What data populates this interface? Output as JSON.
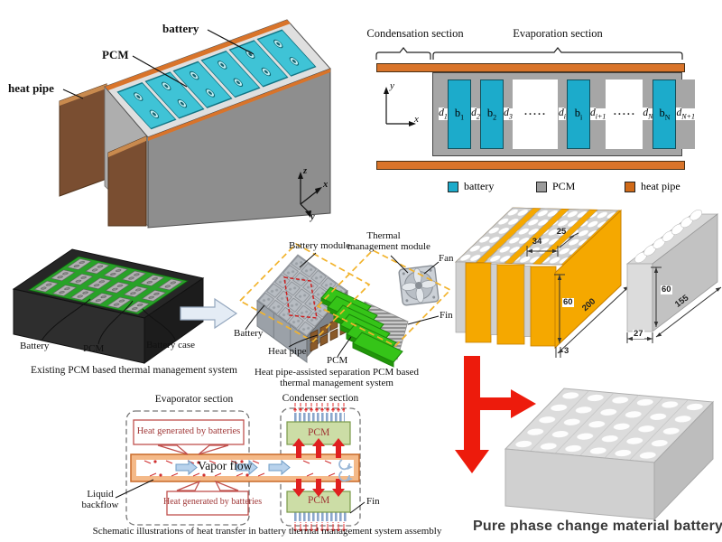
{
  "fig_top_left": {
    "labels": {
      "battery": "battery",
      "pcm": "PCM",
      "heat_pipe": "heat pipe"
    },
    "axes": {
      "z": "z",
      "x": "x",
      "y": "y"
    }
  },
  "fig_top_right": {
    "sections": {
      "condensation": "Condensation section",
      "evaporation": "Evaporation section"
    },
    "axes": {
      "y": "y",
      "x": "x"
    },
    "blocks": [
      {
        "base": "d",
        "sub": "1"
      },
      {
        "base": "b",
        "sub": "1"
      },
      {
        "base": "d",
        "sub": "2"
      },
      {
        "base": "b",
        "sub": "2"
      },
      {
        "base": "d",
        "sub": "3"
      },
      {
        "dots": "·····"
      },
      {
        "base": "d",
        "sub": "i"
      },
      {
        "base": "b",
        "sub": "i"
      },
      {
        "base": "d",
        "sub": "i+1"
      },
      {
        "dots": "·····"
      },
      {
        "base": "d",
        "sub": "N"
      },
      {
        "base": "b",
        "sub": "N"
      },
      {
        "base": "d",
        "sub": "N+1"
      }
    ],
    "legend": [
      {
        "label": "battery",
        "color": "#1cabcb"
      },
      {
        "label": "PCM",
        "color": "#9b9b9b"
      },
      {
        "label": "heat pipe",
        "color": "#d06a18"
      }
    ]
  },
  "fig_existing": {
    "labels": {
      "battery": "Battery",
      "pcm": "PCM",
      "case": "Battery case"
    },
    "caption": "Existing PCM based thermal management system"
  },
  "fig_separation": {
    "labels": {
      "battery_module": "Battery module",
      "thermal_line1": "Thermal",
      "thermal_line2": "management module",
      "fan": "Fan",
      "fin": "Fin",
      "battery": "Battery",
      "heat_pipe": "Heat pipe",
      "pcm": "PCM"
    },
    "caption_line1": "Heat pipe-assisted separation PCM based",
    "caption_line2": "thermal management system"
  },
  "fig_dimensions": {
    "plate_assembly": {
      "hole_pitch": "34",
      "hole_offset": "25",
      "plate_height": "60",
      "plate_length": "200",
      "plate_thickness": "3"
    },
    "pcm_block": {
      "height": "60",
      "length": "155",
      "width": "27"
    }
  },
  "fig_heat_transfer": {
    "sections": {
      "evaporator": "Evaporator section",
      "condenser": "Condenser section"
    },
    "labels": {
      "heat_top": "Heat generated by batteries",
      "heat_bottom": "Heat generated by batteries",
      "vapor": "Vapor flow",
      "liquid_line1": "Liquid",
      "liquid_line2": "backflow",
      "pcm_top": "PCM",
      "pcm_bottom": "PCM",
      "fin": "Fin"
    },
    "caption": "Schematic illustrations of heat transfer in battery thermal management system assembly"
  },
  "fig_pure_pcm": {
    "caption": "Pure phase change material battery modu"
  },
  "colors": {
    "battery_cyan": "#1cabcb",
    "pcm_gray": "#a6a6a6",
    "heat_pipe_orange": "#d9742a",
    "heat_pipe_brown": "#7a4e31",
    "pcm_bright_green": "#35c418",
    "case_top_green": "#28a228",
    "plate_yellow": "#f5a800",
    "big_arrow_red": "#ed1b0c",
    "pcm_box_green": "#ccdda6",
    "pipe_tan": "#f4b988",
    "fin_blue": "#8ba7cc",
    "dash_yellow": "#f2b32c",
    "dash_red": "#cc2222"
  }
}
